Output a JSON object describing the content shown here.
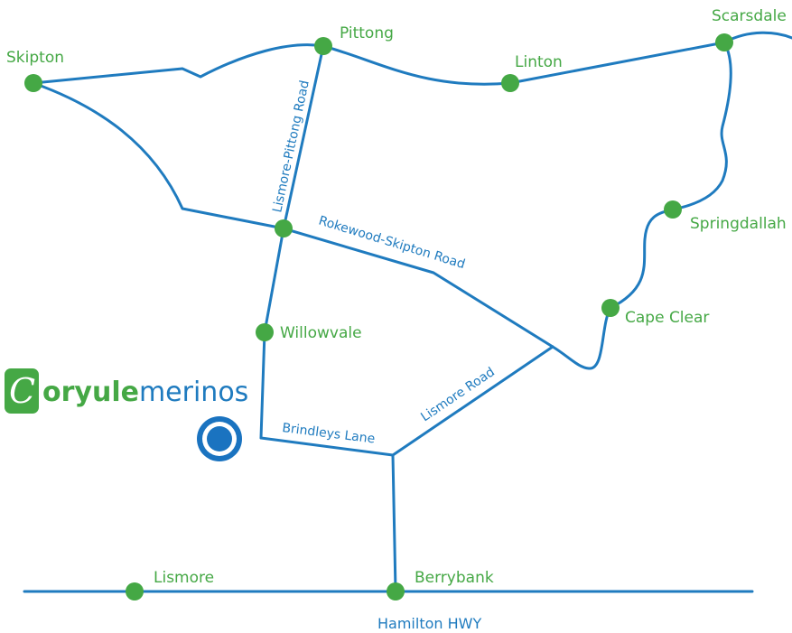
{
  "towns": {
    "skipton": "Skipton",
    "pittong": "Pittong",
    "linton": "Linton",
    "scarsdale": "Scarsdale",
    "springdallah": "Springdallah",
    "cape_clear": "Cape Clear",
    "willowvale": "Willowvale",
    "lismore": "Lismore",
    "berrybank": "Berrybank"
  },
  "roads": {
    "lismore_pittong": "Lismore-Pittong Road",
    "rokewood_skipton": "Rokewood-Skipton Road",
    "lismore_road": "Lismore Road",
    "brindleys_lane": "Brindleys Lane",
    "hamilton_hwy": "Hamilton HWY"
  },
  "logo": {
    "mark_letter": "C",
    "bold_text": "oryule",
    "light_text": "merinos"
  },
  "colors": {
    "road": "#1f7bbf",
    "town": "#45a845",
    "logo_green": "#45a845",
    "logo_blue": "#1f7bbf",
    "marker": "#1a73c0"
  },
  "icons": {
    "location_marker": "target-ring-icon"
  }
}
